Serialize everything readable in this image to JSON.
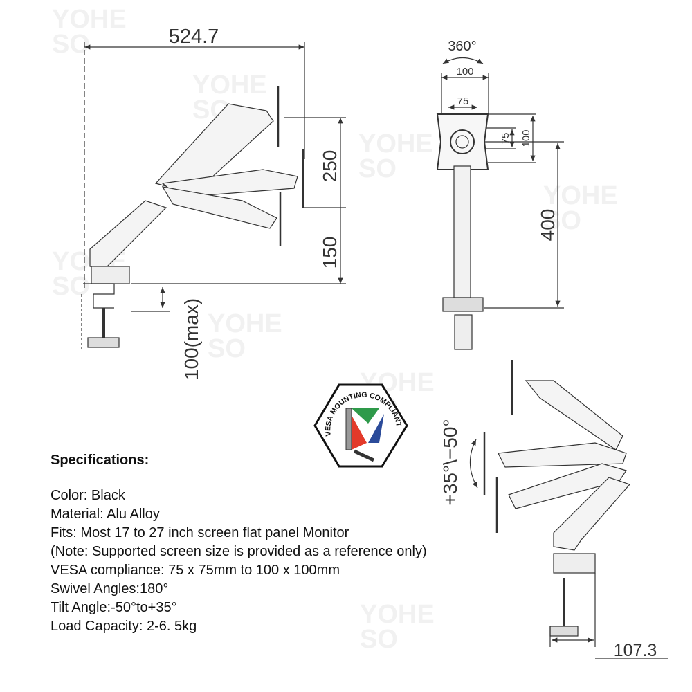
{
  "watermark": "YOHE SO",
  "side_view": {
    "width": "524.7",
    "height_upper": "250",
    "height_lower": "150",
    "clamp": "100(max)"
  },
  "front_view": {
    "rotation": "360°",
    "vesa_outer": "100",
    "vesa_inner": "75",
    "vesa_inner_v": "75",
    "vesa_outer_v": "100",
    "pole_height": "400"
  },
  "tilt_view": {
    "tilt": "+35°\\−50°",
    "base_depth": "107.3"
  },
  "badge": {
    "text": "VESA MOUNTING COMPLIANT"
  },
  "specs": {
    "title": "Specifications:",
    "lines": [
      "Color: Black",
      "Material: Alu Alloy",
      "Fits: Most 17 to 27 inch screen flat panel Monitor",
      "(Note: Supported screen size is provided as a reference only)",
      "VESA compliance: 75 x 75mm to 100 x 100mm",
      "Swivel Angles:180°",
      "Tilt Angle:-50°to+35°",
      "Load Capacity: 2-6. 5kg"
    ]
  }
}
